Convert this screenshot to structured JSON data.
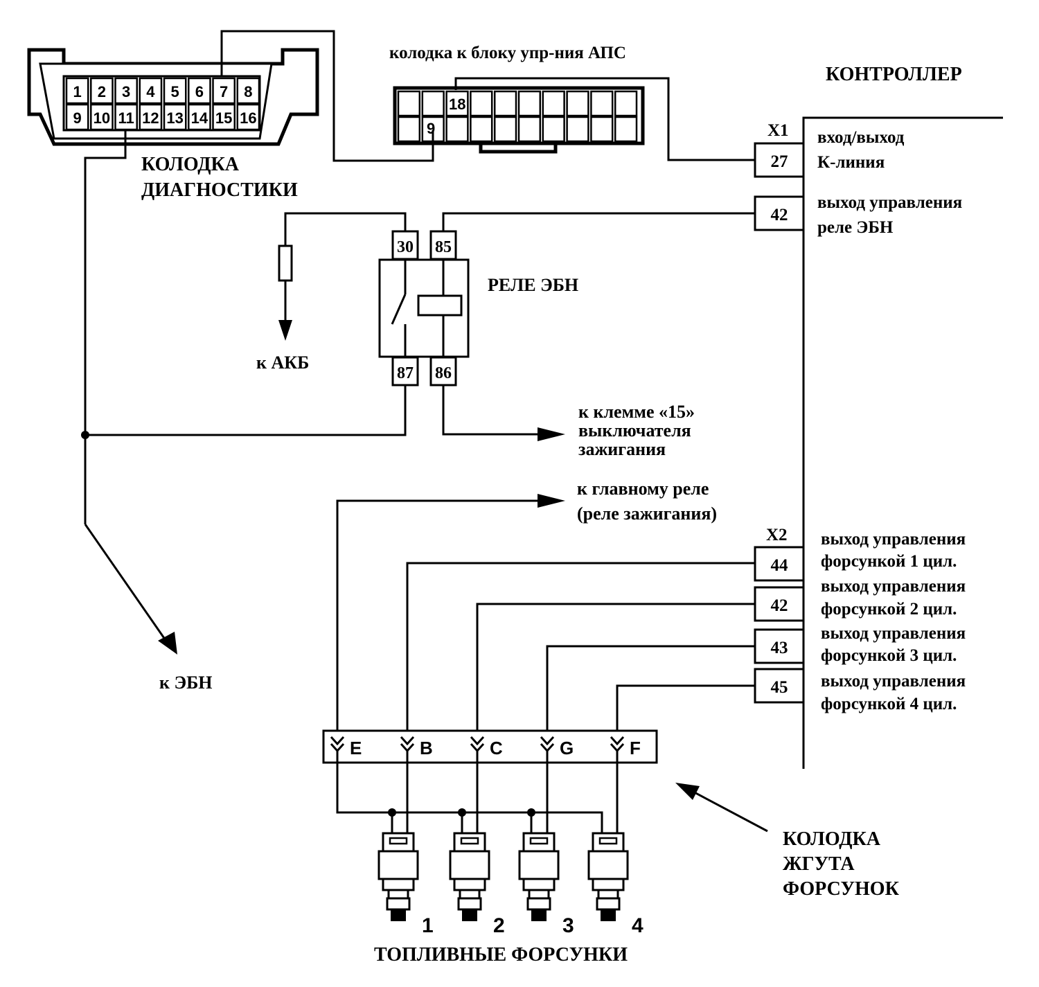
{
  "diagnostic_connector": {
    "label_line1": "КОЛОДКА",
    "label_line2": "ДИАГНОСТИКИ",
    "pins_top": [
      "1",
      "2",
      "3",
      "4",
      "5",
      "6",
      "7",
      "8"
    ],
    "pins_bottom": [
      "9",
      "10",
      "11",
      "12",
      "13",
      "14",
      "15",
      "16"
    ]
  },
  "aps_connector": {
    "label": "колодка к блоку упр-ния АПС",
    "pin_top": "18",
    "pin_bottom": "9"
  },
  "controller": {
    "title": "КОНТРОЛЛЕР",
    "x1": {
      "name": "X1",
      "pins": [
        {
          "number": "27",
          "desc_line1": "вход/выход",
          "desc_line2": "К-линия"
        },
        {
          "number": "42",
          "desc_line1": "выход управления",
          "desc_line2": "реле ЭБН"
        }
      ]
    },
    "x2": {
      "name": "X2",
      "pins": [
        {
          "number": "44",
          "desc_line1": "выход управления",
          "desc_line2": "форсункой 1 цил."
        },
        {
          "number": "42",
          "desc_line1": "выход управления",
          "desc_line2": "форсункой 2 цил."
        },
        {
          "number": "43",
          "desc_line1": "выход управления",
          "desc_line2": "форсункой 3 цил."
        },
        {
          "number": "45",
          "desc_line1": "выход управления",
          "desc_line2": "форсункой 4 цил."
        }
      ]
    }
  },
  "relay": {
    "label": "РЕЛЕ ЭБН",
    "pins": [
      "30",
      "85",
      "87",
      "86"
    ]
  },
  "destinations": {
    "battery": "к АКБ",
    "ebn": "к ЭБН",
    "ignition_line1": "к клемме «15»",
    "ignition_line2": "выключателя",
    "ignition_line3": "зажигания",
    "main_relay_line1": "к главному реле",
    "main_relay_line2": "(реле зажигания)"
  },
  "injector_harness": {
    "label_line1": "КОЛОДКА",
    "label_line2": "ЖГУТА",
    "label_line3": "ФОРСУНОК",
    "pins": [
      "E",
      "B",
      "C",
      "G",
      "F"
    ]
  },
  "injectors": {
    "title": "ТОПЛИВНЫЕ ФОРСУНКИ",
    "numbers": [
      "1",
      "2",
      "3",
      "4"
    ]
  }
}
